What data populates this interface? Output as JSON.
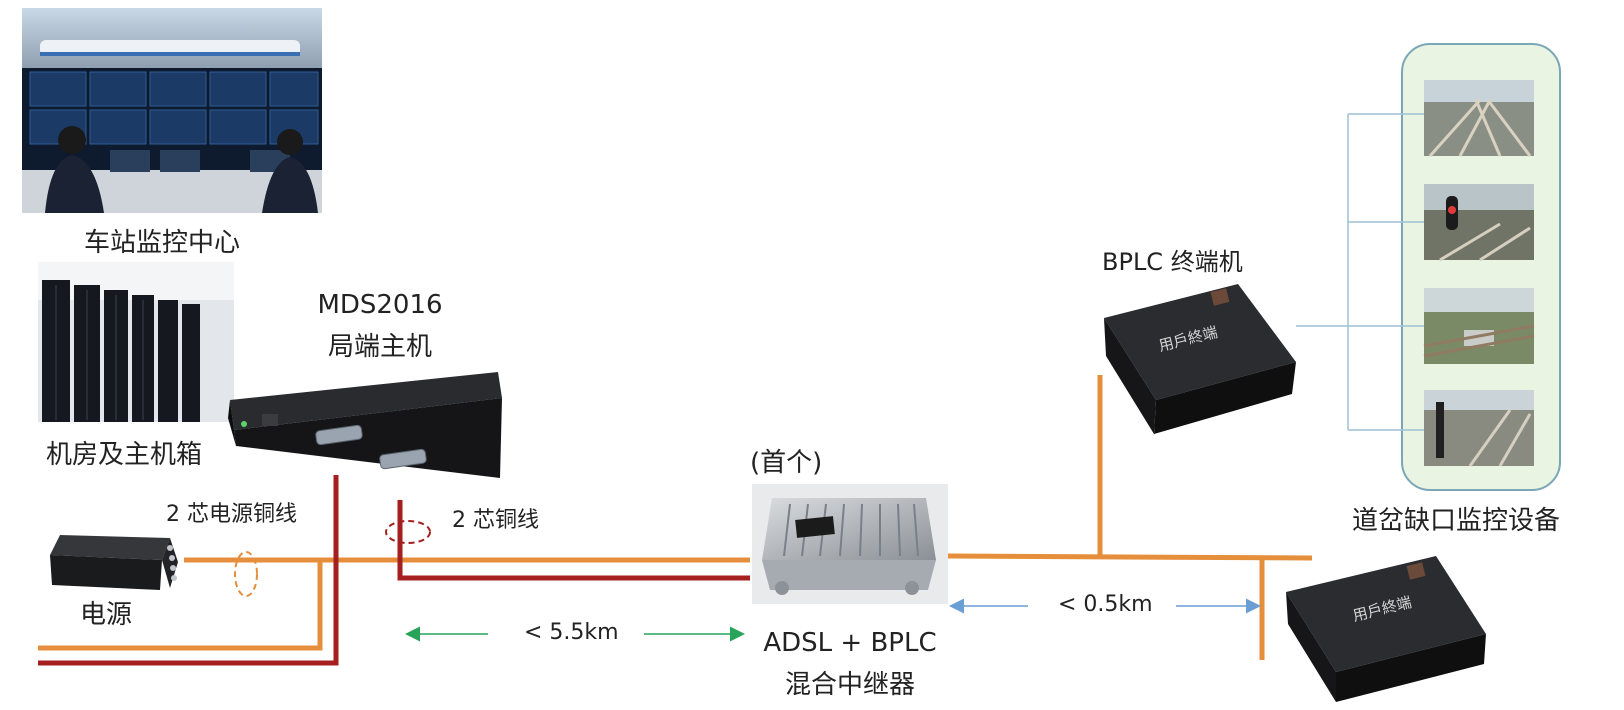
{
  "labels": {
    "control_center": "车站监控中心",
    "server_room": "机房及主机箱",
    "host_model": "MDS2016",
    "host_name": "局端主机",
    "power_cable": "2 芯电源铜线",
    "copper_cable": "2 芯铜线",
    "power_supply": "电源",
    "distance_5_5": "< 5.5km",
    "first_note": "(首个)",
    "repeater_line1": "ADSL + BPLC",
    "repeater_line2": "混合中继器",
    "distance_0_5": "< 0.5km",
    "bplc_terminal": "BPLC 终端机",
    "switch_monitor": "道岔缺口监控设备",
    "terminal_text": "用戶終端"
  },
  "colors": {
    "orange_line": "#e58e3c",
    "red_line": "#a51f1f",
    "green_arrow": "#27a35a",
    "blue_arrow": "#6a9fd4",
    "panel_fill": "#e9f4e2",
    "panel_border": "#7aa6b6"
  }
}
